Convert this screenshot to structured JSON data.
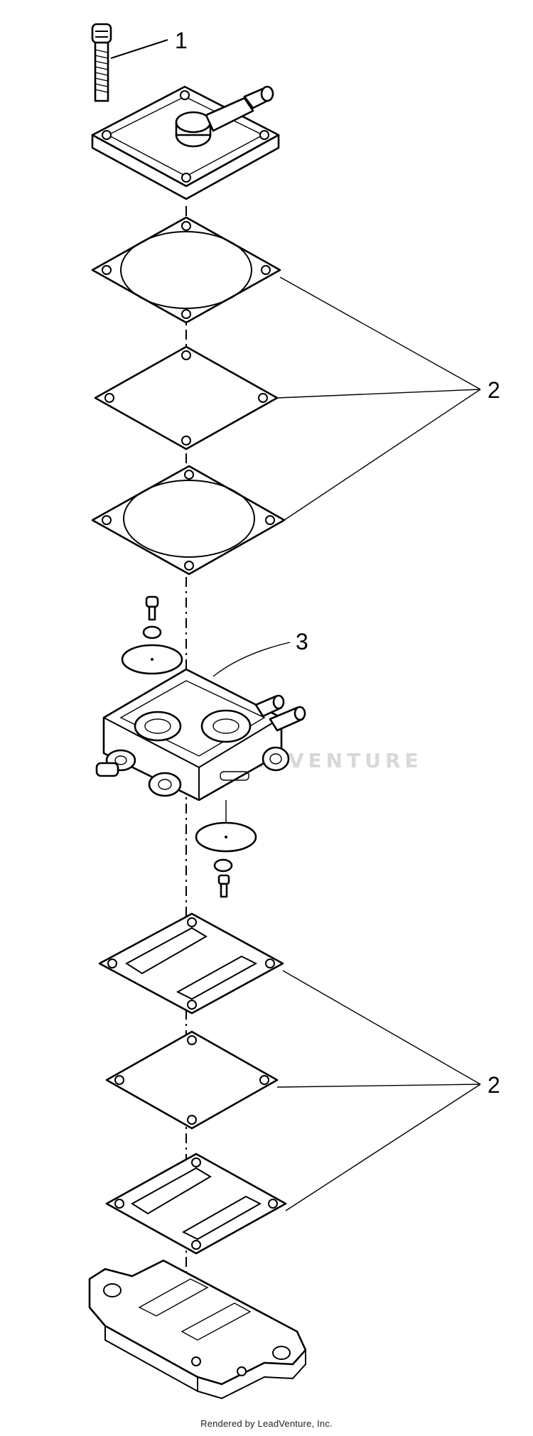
{
  "callouts": {
    "c1": "1",
    "c2_top": "2",
    "c3": "3",
    "c2_bottom": "2"
  },
  "watermark": "LEADVENTURE",
  "footer": "Rendered by LeadVenture, Inc.",
  "colors": {
    "ink": "#000000",
    "paper": "#ffffff",
    "watermark": "#d8d8d8"
  },
  "icons": {
    "screw": "screw-icon",
    "pump-cover": "pump-cover-icon",
    "gasket": "gasket-icon",
    "diaphragm": "diaphragm-icon",
    "pump-body": "pump-body-icon",
    "valve-disc": "valve-disc-icon",
    "base-plate": "base-plate-icon"
  }
}
